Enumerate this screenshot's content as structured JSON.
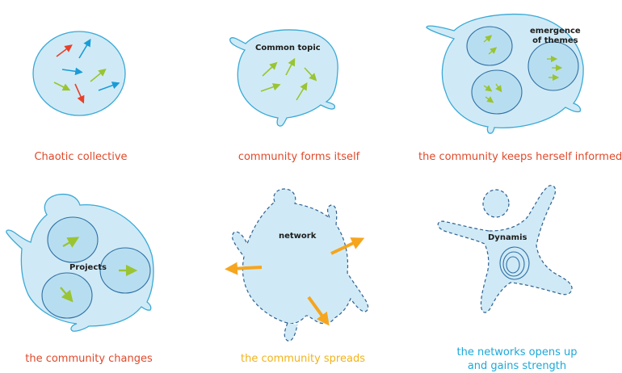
{
  "colors": {
    "outline": "#3aa9d6",
    "fill": "#cfeaf6",
    "inner_fill": "#b7def0",
    "inner_outline": "#2f6fa5",
    "dashed_outline": "#2f5f8f",
    "arrow_red": "#e8402a",
    "arrow_blue": "#1a9bd7",
    "arrow_green": "#9ac431",
    "arrow_orange": "#f6a51e"
  },
  "panels": [
    {
      "caption": "Chaotic collective",
      "label": ""
    },
    {
      "caption": "community forms itself",
      "label": "Common topic"
    },
    {
      "caption": "the community keeps herself informed",
      "label_line1": "emergence",
      "label_line2": "of themes"
    },
    {
      "caption": "the community changes",
      "label": "Projects"
    },
    {
      "caption": "the community spreads",
      "label": "network"
    },
    {
      "caption_line1": "the networks opens up",
      "caption_line2": "and gains strength",
      "label": "Dynamis"
    }
  ]
}
